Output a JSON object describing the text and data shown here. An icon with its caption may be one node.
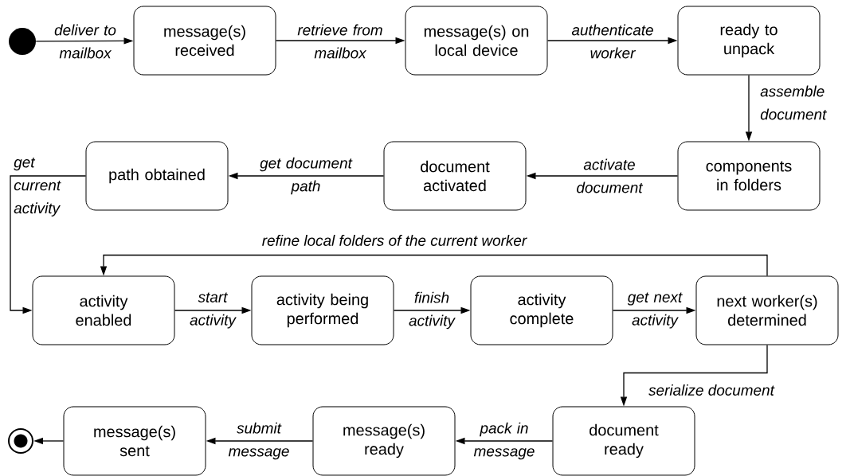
{
  "diagram": {
    "nodes": [
      {
        "text": [],
        "shape": "circle"
      },
      {
        "text": [
          "message(s) received"
        ]
      },
      {
        "text": [
          "message(s) on local device"
        ]
      },
      {
        "text": [
          "ready to unpack"
        ]
      },
      {
        "text": [
          "components in folders"
        ]
      },
      {
        "text": [
          "document activated"
        ]
      },
      {
        "text": [
          "path obtained"
        ]
      },
      {
        "text": [
          "activity enabled"
        ]
      },
      {
        "text": [
          "activity being performed"
        ]
      },
      {
        "text": [
          "activity complete"
        ]
      },
      {
        "text": [
          "next worker(s) determined"
        ]
      },
      {
        "text": [
          "document ready"
        ]
      },
      {
        "text": [
          "message(s) ready"
        ]
      },
      {
        "text": [
          "message(s) sent"
        ]
      },
      {
        "text": [],
        "shape": "bullseye"
      }
    ],
    "edges": [
      {
        "from": 0,
        "to": 1,
        "arrow": "to",
        "label": "deliver to mailbox"
      },
      {
        "from": 1,
        "to": 2,
        "arrow": "to",
        "label": "retrieve from mailbox"
      },
      {
        "from": 2,
        "to": 3,
        "arrow": "to",
        "label": "authenticate worker"
      },
      {
        "from": 3,
        "to": 4,
        "arrow": "to",
        "label": "assemble document"
      },
      {
        "from": 4,
        "to": 5,
        "arrow": "to",
        "label": "activate document"
      },
      {
        "from": 5,
        "to": 6,
        "arrow": "to",
        "label": "get document path"
      },
      {
        "from": 6,
        "to": 7,
        "arrow": "to",
        "label": "get current activity"
      },
      {
        "from": 7,
        "to": 8,
        "arrow": "to",
        "label": "start activity"
      },
      {
        "from": 8,
        "to": 9,
        "arrow": "to",
        "label": "finish activity"
      },
      {
        "from": 9,
        "to": 10,
        "arrow": "to",
        "label": "get next activity"
      },
      {
        "from": 10,
        "to": 7,
        "arrow": "to",
        "label": "refine local folders of the current worker"
      },
      {
        "from": 10,
        "to": 11,
        "arrow": "to",
        "label": "serialize document"
      },
      {
        "from": 11,
        "to": 12,
        "arrow": "to",
        "label": "pack in message"
      },
      {
        "from": 12,
        "to": 13,
        "arrow": "to",
        "label": "submit message"
      },
      {
        "from": 13,
        "to": 14,
        "arrow": "to"
      }
    ]
  }
}
